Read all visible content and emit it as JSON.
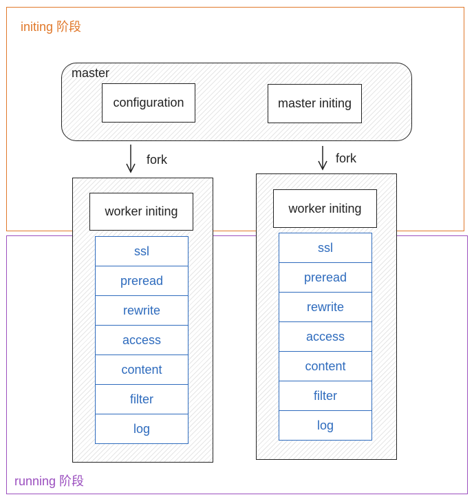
{
  "initing_phase": {
    "label": "initing 阶段",
    "color": "#e0782a"
  },
  "running_phase": {
    "label": "running 阶段",
    "color": "#9b4fbf"
  },
  "master": {
    "label": "master",
    "configuration": "configuration",
    "master_initing": "master initing"
  },
  "fork_label": "fork",
  "worker_initing": "worker initing",
  "phases": [
    "ssl",
    "preread",
    "rewrite",
    "access",
    "content",
    "filter",
    "log"
  ],
  "colors": {
    "phase_text": "#2e6bbd",
    "outline": "#222222"
  }
}
